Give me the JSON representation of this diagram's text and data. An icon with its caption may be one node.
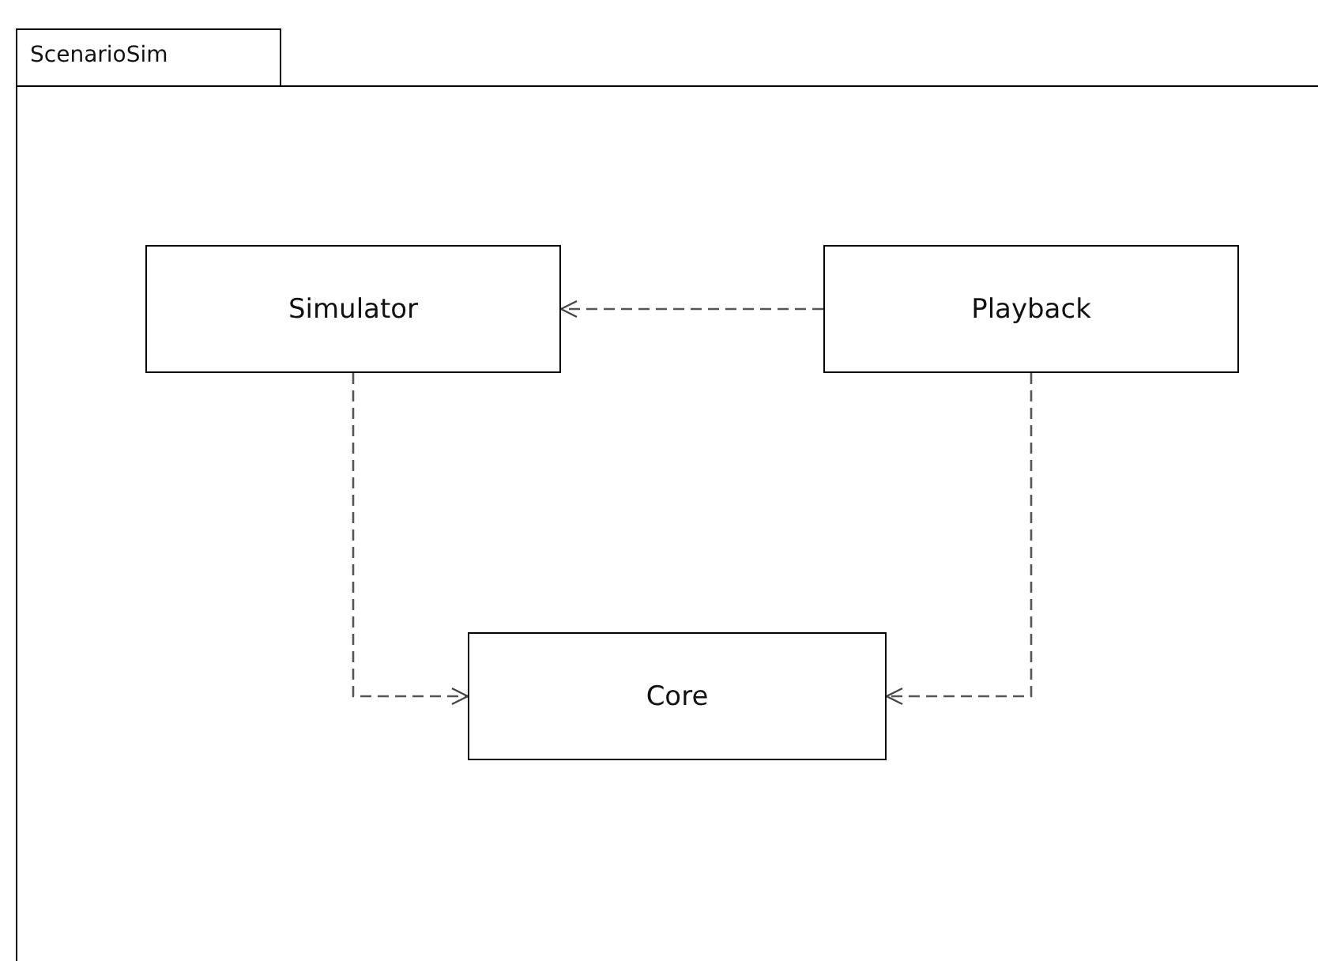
{
  "diagram": {
    "nodes": [
      {
        "text": [
          "ScenarioSim"
        ]
      },
      {
        "text": [
          "Simulator"
        ],
        "in": 0
      },
      {
        "text": [
          "Playback"
        ],
        "in": 0
      },
      {
        "text": [
          "Core"
        ],
        "in": 0
      }
    ],
    "edges": [
      {
        "from": 2,
        "to": 1,
        "arrow": "to",
        "style": "dashed"
      },
      {
        "from": 1,
        "to": 3,
        "arrow": "to",
        "style": "dashed"
      },
      {
        "from": 2,
        "to": 3,
        "arrow": "to",
        "style": "dashed"
      }
    ]
  }
}
